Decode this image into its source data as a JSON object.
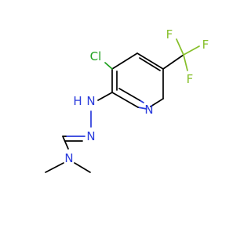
{
  "atoms": {
    "cl": "Cl",
    "f1": "F",
    "f2": "F",
    "f3": "F",
    "n_ring": "N",
    "nh": "H",
    "nh_n": "N",
    "n_hydrazone": "N",
    "n_amine": "N"
  },
  "colors": {
    "carbon": "#000000",
    "nitrogen": "#2a3bdc",
    "chlorine": "#1ea01e",
    "fluorine": "#86bf2a",
    "background": "#ffffff"
  }
}
